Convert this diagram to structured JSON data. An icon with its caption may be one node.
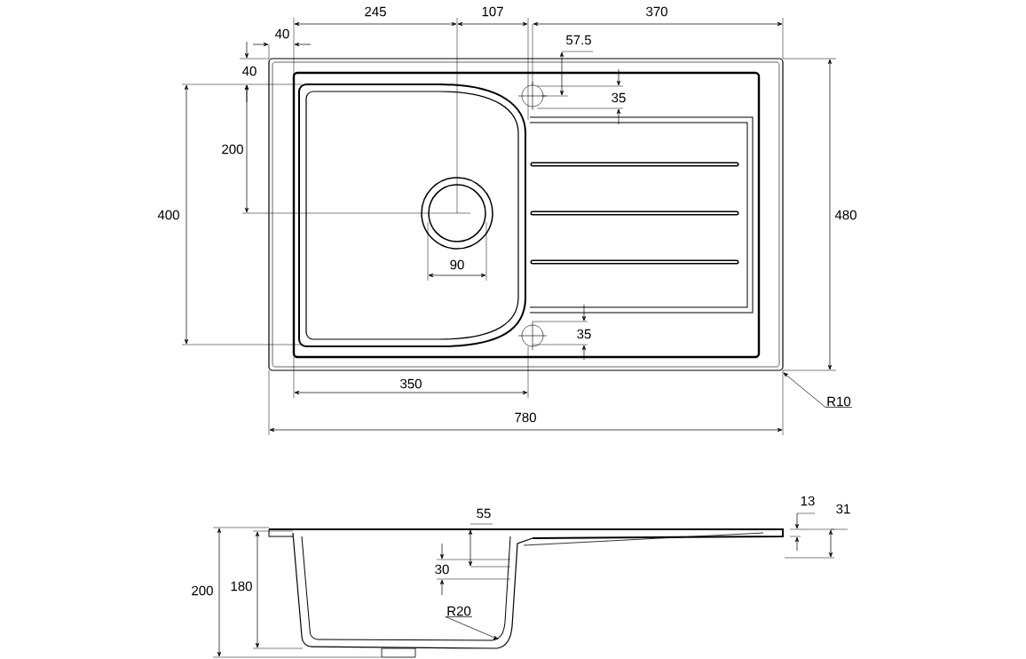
{
  "diagram": {
    "nodes": [
      {
        "text": [
          "R10"
        ]
      },
      {
        "text": [
          "R20"
        ]
      }
    ],
    "edges": [
      {
        "from": 0,
        "to": null,
        "arrow": "to"
      },
      {
        "from": 1,
        "to": null,
        "arrow": "to"
      }
    ],
    "labels": [
      "245",
      "107",
      "370",
      "40",
      "57.5",
      "40",
      "35",
      "200",
      "400",
      "480",
      "90",
      "35",
      "350",
      "780",
      "55",
      "13",
      "31",
      "30",
      "180",
      "200"
    ]
  }
}
